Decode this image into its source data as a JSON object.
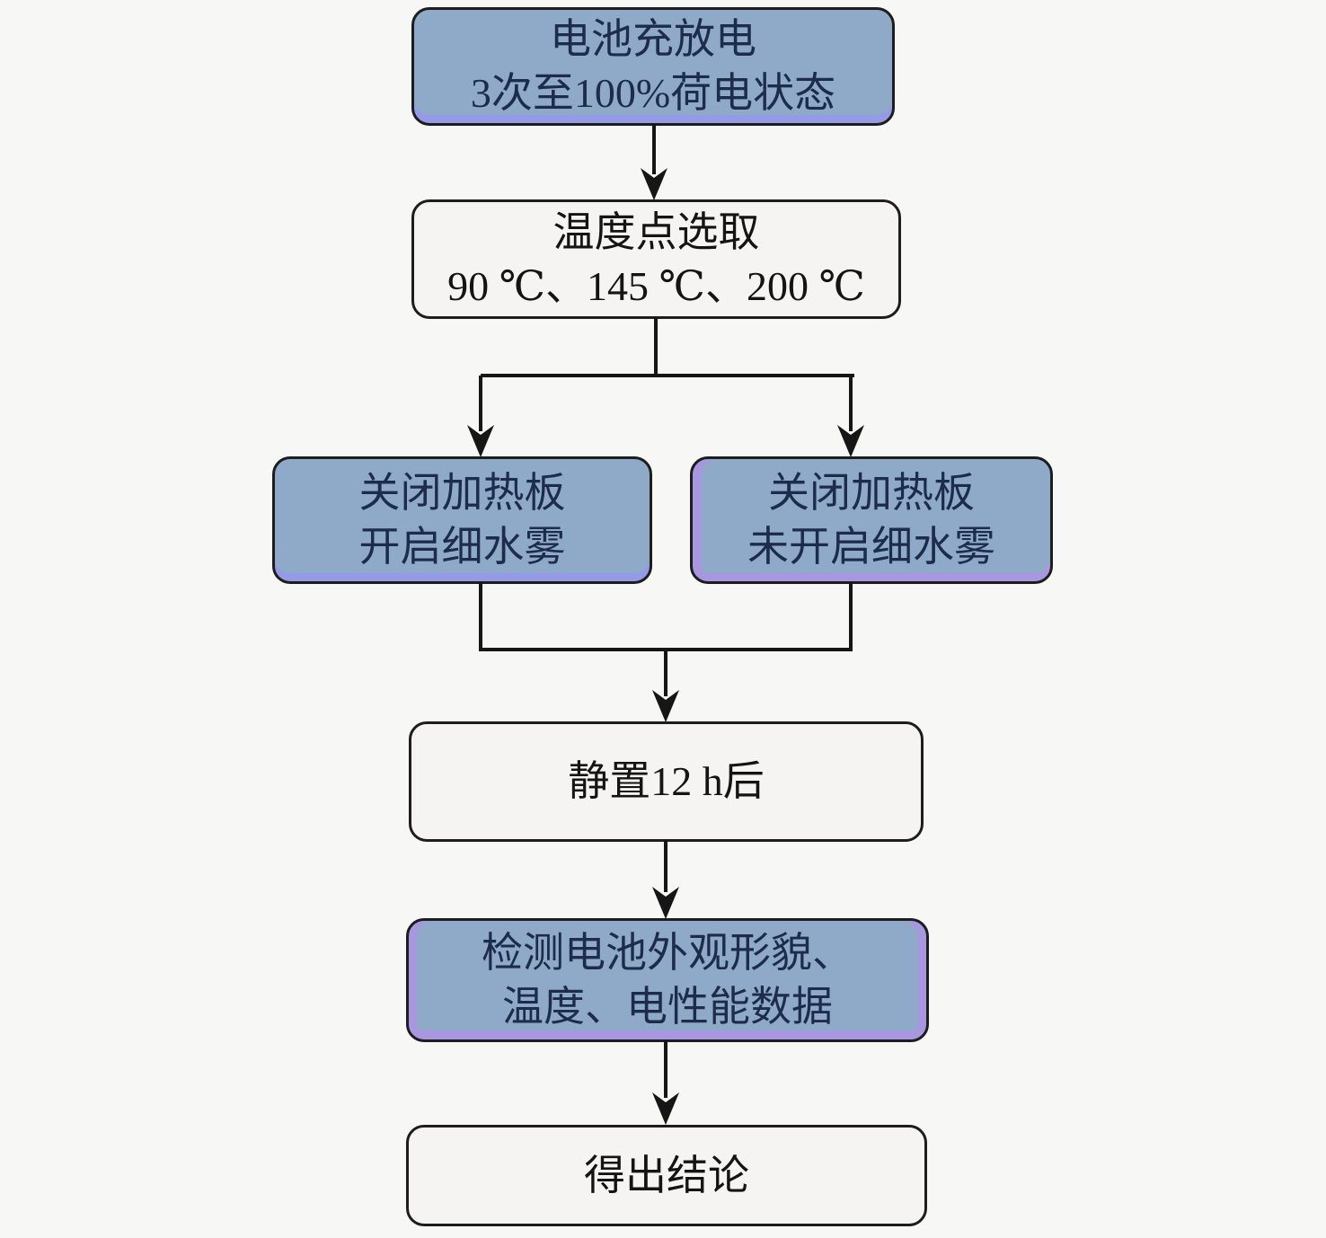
{
  "flowchart": {
    "node_charge": {
      "line1": "电池充放电",
      "line2": "3次至100%荷电状态"
    },
    "node_temperature": {
      "line1": "温度点选取",
      "line2": "90 ℃、145 ℃、200 ℃"
    },
    "node_mist_on": {
      "line1": "关闭加热板",
      "line2": "开启细水雾"
    },
    "node_mist_off": {
      "line1": "关闭加热板",
      "line2": "未开启细水雾"
    },
    "node_rest": {
      "line1": "静置12 h后"
    },
    "node_inspect": {
      "line1": "检测电池外观形貌、",
      "line2": "温度、电性能数据"
    },
    "node_conclusion": {
      "line1": "得出结论"
    }
  },
  "colors": {
    "background": "#f7f7f6",
    "node_fill_blue": "#8eaac8",
    "node_fill_white": "#f5f4f2",
    "accent_lavender": "#a896e0",
    "border": "#1d1d1d",
    "text_blue_node": "#1d2c4a",
    "text_white_node": "#141414",
    "connector": "#161616"
  }
}
